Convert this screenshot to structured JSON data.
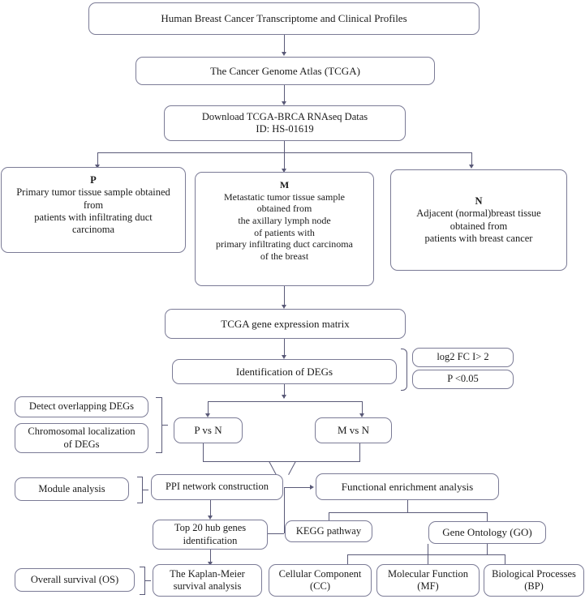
{
  "diagram": {
    "title": "Breast cancer transcriptome analysis workflow",
    "accent_border": "#7b7b96",
    "connector_color": "#5a5a78",
    "background": "#ffffff"
  },
  "nodes": {
    "source": {
      "label": "Human Breast Cancer Transcriptome and Clinical Profiles"
    },
    "tcga": {
      "label": "The Cancer Genome Atlas (TCGA)"
    },
    "download": {
      "line1": "Download TCGA-BRCA RNAseq Datas",
      "line2": "ID: HS-01619"
    },
    "sample_p": {
      "code": "P",
      "line1": "Primary tumor tissue sample obtained",
      "line2": "from",
      "line3": "patients with infiltrating duct",
      "line4": "carcinoma"
    },
    "sample_m": {
      "code": "M",
      "line1": "Metastatic tumor tissue sample",
      "line2": "obtained from",
      "line3": "the axillary lymph node",
      "line4": "of patients with",
      "line5": "primary infiltrating duct carcinoma",
      "line6": "of the breast"
    },
    "sample_n": {
      "code": "N",
      "line1": "Adjacent (normal)breast tissue",
      "line2": "obtained from",
      "line3": "patients with breast cancer"
    },
    "matrix": {
      "label": "TCGA gene expression matrix"
    },
    "degs": {
      "label": "Identification of DEGs"
    },
    "criterion_fc": {
      "label": "log2 FC I> 2"
    },
    "criterion_p": {
      "label": "P <0.05"
    },
    "overlap": {
      "label": "Detect overlapping DEGs"
    },
    "chromloc": {
      "line1": "Chromosomal localization",
      "line2": "of DEGs"
    },
    "p_vs_n": {
      "label": "P vs N"
    },
    "m_vs_n": {
      "label": "M vs N"
    },
    "module": {
      "label": "Module analysis"
    },
    "ppi": {
      "label": "PPI network construction"
    },
    "functional": {
      "label": "Functional enrichment analysis"
    },
    "hub": {
      "line1": "Top 20 hub genes",
      "line2": "identification"
    },
    "kegg": {
      "label": "KEGG pathway"
    },
    "go": {
      "label": "Gene Ontology (GO)"
    },
    "os": {
      "label": "Overall  survival (OS)"
    },
    "km": {
      "line1": "The Kaplan-Meier",
      "line2": "survival analysis"
    },
    "cc": {
      "line1": "Cellular Component",
      "line2": "(CC)"
    },
    "mf": {
      "line1": "Molecular Function",
      "line2": "(MF)"
    },
    "bp": {
      "line1": "Biological Processes",
      "line2": "(BP)"
    }
  }
}
